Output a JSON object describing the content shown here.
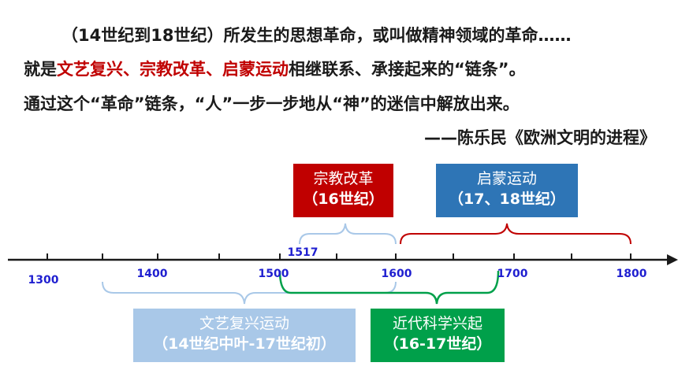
{
  "quote": {
    "line1": "（14世纪到18世纪）所发生的思想革命，或叫做精神领域的革命……",
    "line2_prefix": "就是",
    "line2_highlight": "文艺复兴、宗教改革、启蒙运动",
    "line2_suffix": "相继联系、承接起来的“链条”。",
    "line3": "通过这个“革命”链条，“人”一步一步地从“神”的迷信中解放出来。",
    "source": "——陈乐民《欧洲文明的进程》"
  },
  "timeline": {
    "ticks": [
      "1300",
      "1400",
      "1500",
      "1600",
      "1700",
      "1800"
    ],
    "marker": "1517"
  },
  "events": {
    "reformation": {
      "title": "宗教改革",
      "period": "（16世纪）"
    },
    "enlightenment": {
      "title": "启蒙运动",
      "period": "（17、18世纪）"
    },
    "renaissance": {
      "title": "文艺复兴运动",
      "period": "（14世纪中叶-17世纪初）"
    },
    "science": {
      "title": "近代科学兴起",
      "period": "（16-17世纪）"
    }
  },
  "colors": {
    "reformation": "#c00000",
    "enlightenment": "#2e75b6",
    "renaissance": "#a9c8e8",
    "science": "#00a04a",
    "tick_label": "#1f1fd0",
    "axis": "#1a1a1a"
  }
}
